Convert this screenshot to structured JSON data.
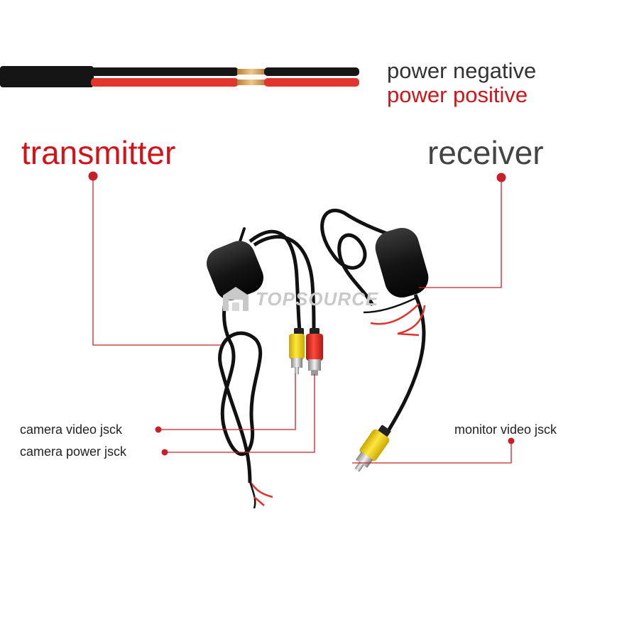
{
  "labels": {
    "power_negative": "power negative",
    "power_positive": "power positive",
    "transmitter": "transmitter",
    "receiver": "receiver",
    "camera_video": "camera video jsck",
    "camera_power": "camera power jsck",
    "monitor_video": "monitor video jsck"
  },
  "watermark": "TOPSOURCE",
  "colors": {
    "accent_red": "#d0141a",
    "label_grey": "#444444",
    "cable_black": "#111111",
    "wire_red": "#e0302c",
    "rca_yellow": "#f2d20e",
    "rca_red": "#e2251c"
  }
}
